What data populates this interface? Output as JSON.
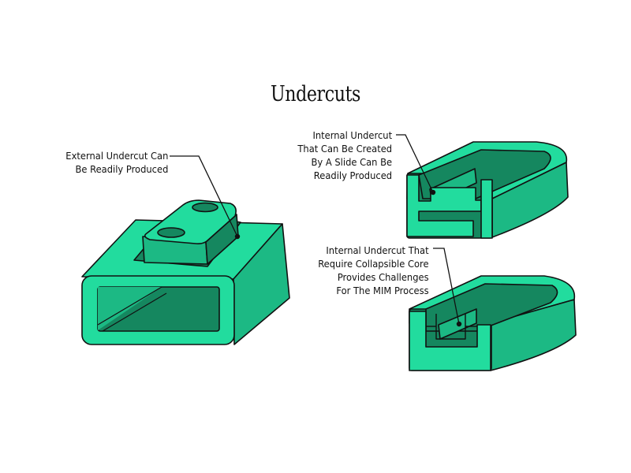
{
  "title": "Undercuts",
  "callouts": [
    {
      "lines": [
        "External Undercut Can",
        "Be Readily Produced"
      ]
    },
    {
      "lines": [
        "Internal Undercut",
        "That Can Be Created",
        "By A Slide Can Be",
        "Readily Produced"
      ]
    },
    {
      "lines": [
        "Internal Undercut That",
        "Require Collapsible Core",
        "Provides Challenges",
        "For The MIM Process"
      ]
    }
  ],
  "colors": {
    "light": "#22dc9e",
    "mid": "#1cb984",
    "dark": "#15875f",
    "outline": "#111111"
  }
}
